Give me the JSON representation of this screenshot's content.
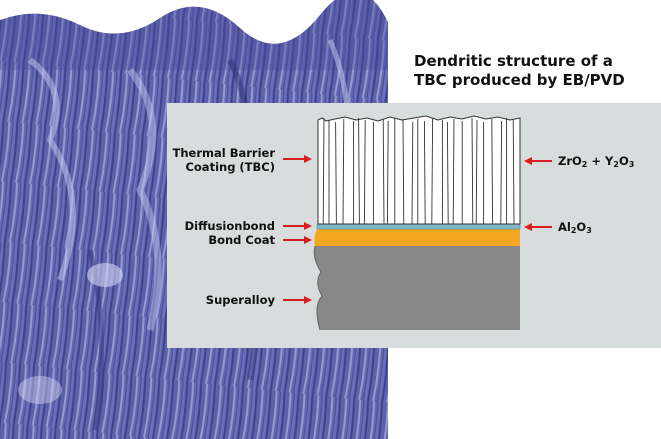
{
  "title": {
    "line1": "Dendritic structure of a",
    "line2": "TBC produced by EB/PVD"
  },
  "labels": {
    "tbc_line1": "Thermal Barrier",
    "tbc_line2": "Coating (TBC)",
    "diffusionbond": "Diffusionbond",
    "bond_coat": "Bond Coat",
    "superalloy": "Superalloy"
  },
  "right_labels": {
    "zro2": {
      "a": "ZrO",
      "a_sub": "2",
      "plus": " + Y",
      "b_sub": "2",
      "c": "O",
      "c_sub": "3"
    },
    "al2o3": {
      "a": "Al",
      "a_sub": "2",
      "b": "O",
      "b_sub": "3"
    }
  },
  "colors": {
    "micrograph": "#5f62b0",
    "panel": "#d8dcdc",
    "arrow": "#d81e1e",
    "diffusion_layer": "#7fb8c8",
    "bond_coat": "#f5a623",
    "superalloy": "#888888",
    "tbc_fill": "#ffffff"
  },
  "icons": [
    "arrow-right-icon",
    "arrow-left-icon"
  ]
}
